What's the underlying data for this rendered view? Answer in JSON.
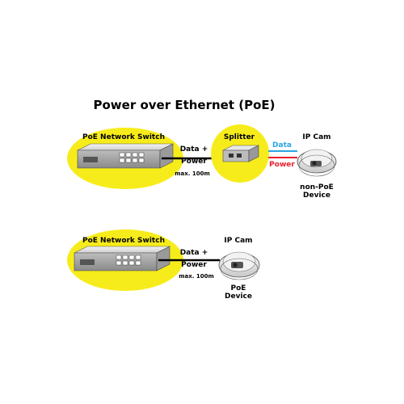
{
  "title": "Power over Ethernet (PoE)",
  "colors": {
    "highlight": "#f7ec1b",
    "data_line": "#2aa6e0",
    "power_line": "#e8202a",
    "cable": "#000000"
  },
  "top": {
    "switch_label": "PoE Network Switch",
    "cable_label_1": "Data +",
    "cable_label_2": "Power",
    "distance": "max. 100m",
    "splitter_label": "Splitter",
    "data_label": "Data",
    "power_label": "Power",
    "camera_label": "IP Cam",
    "device_label_1": "non-PoE",
    "device_label_2": "Device"
  },
  "bottom": {
    "switch_label": "PoE Network Switch",
    "cable_label_1": "Data +",
    "cable_label_2": "Power",
    "distance": "max. 100m",
    "camera_label": "IP Cam",
    "device_label_1": "PoE",
    "device_label_2": "Device"
  }
}
